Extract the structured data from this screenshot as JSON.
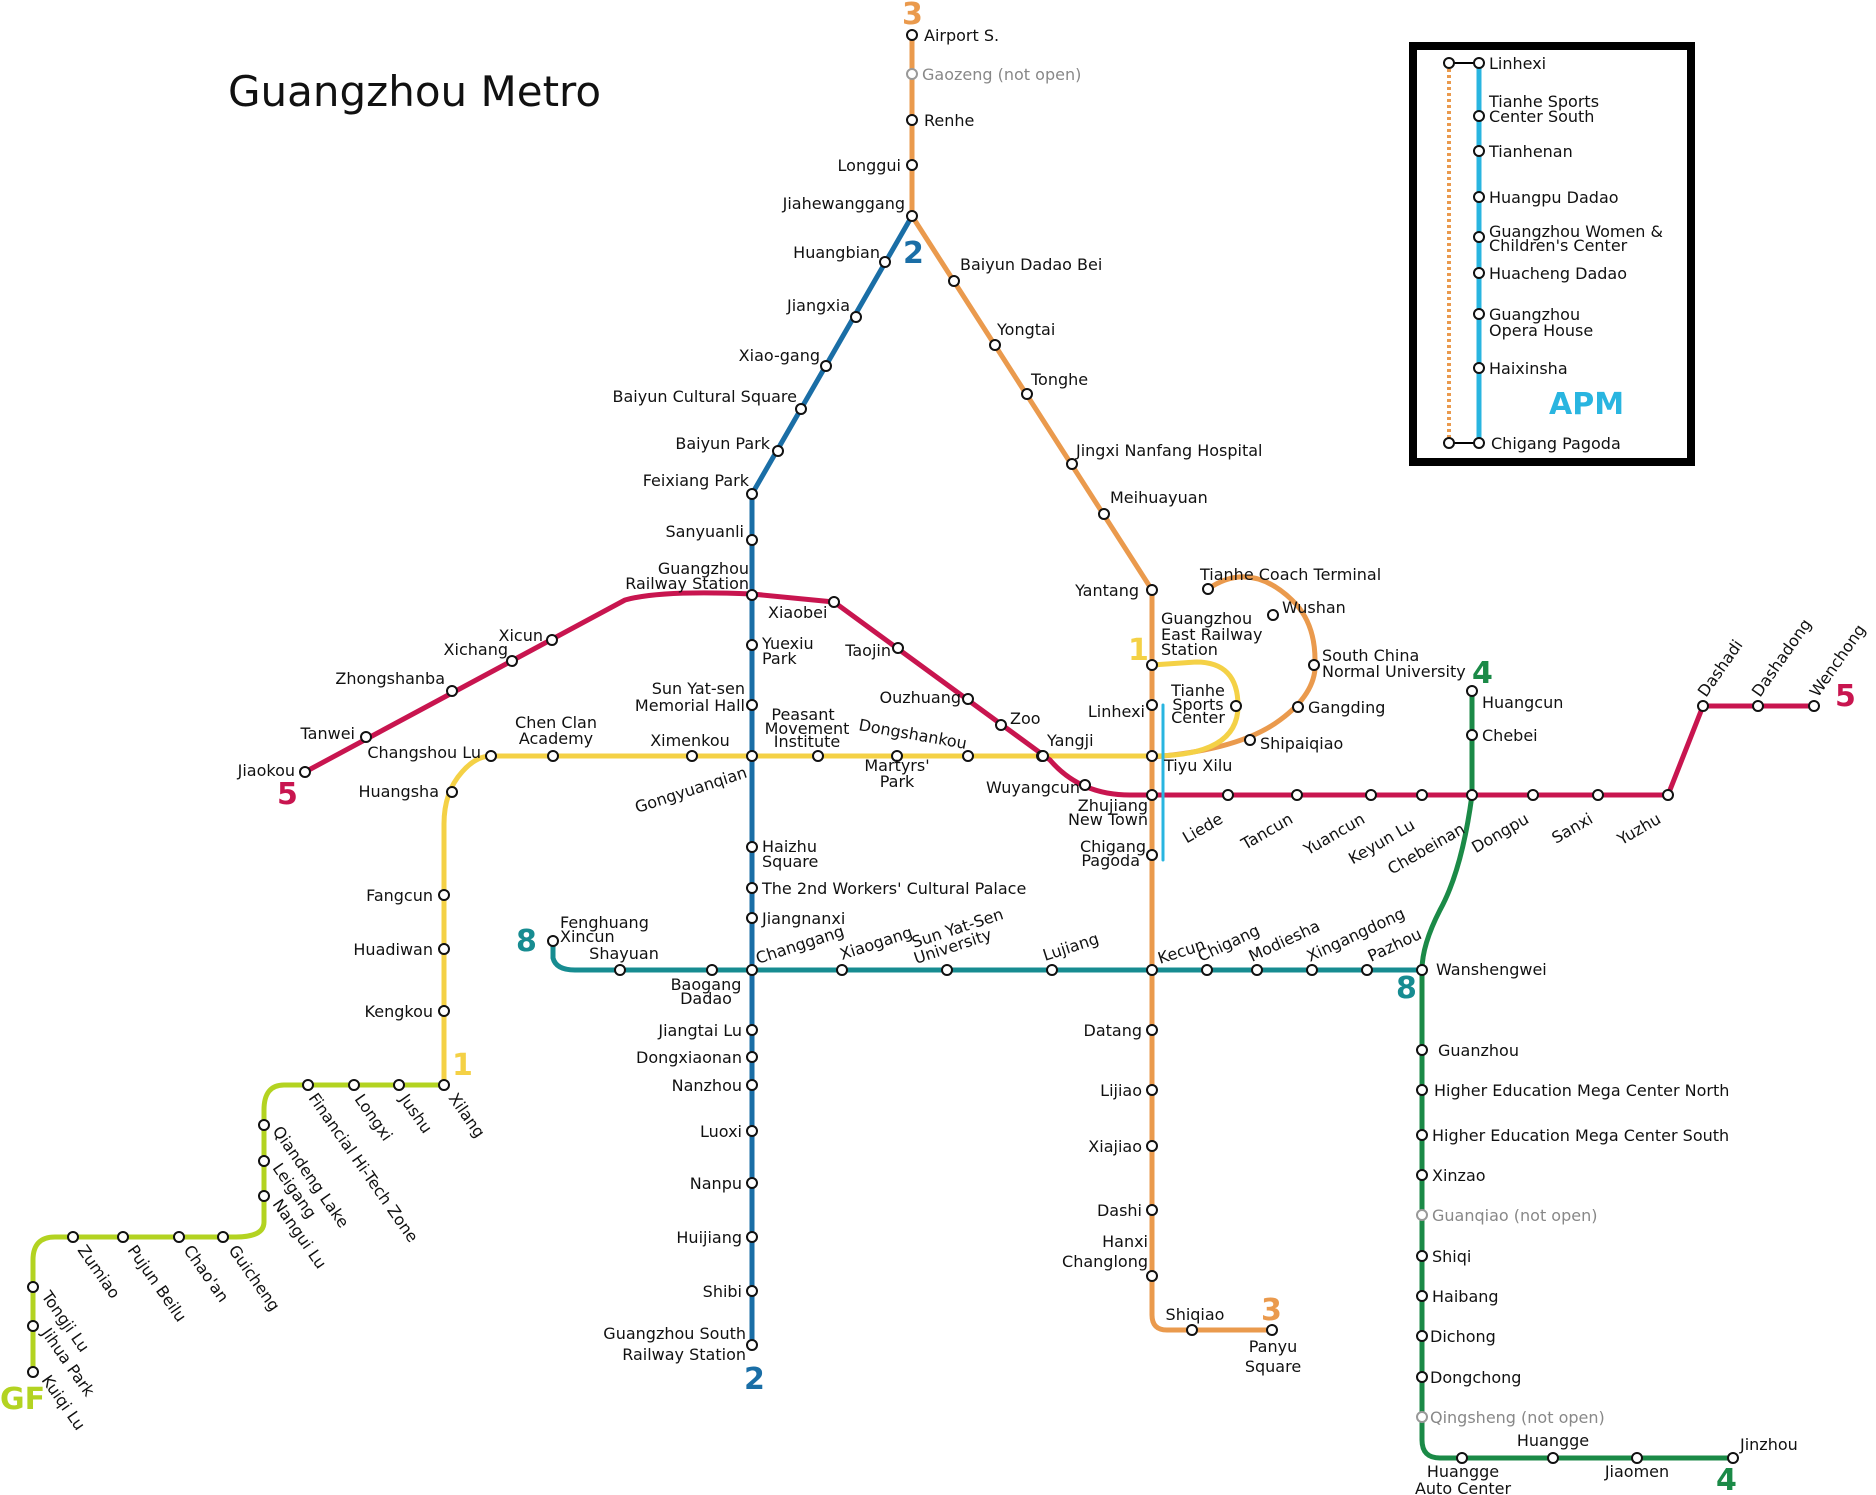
{
  "title": "Guangzhou Metro",
  "colors": {
    "line1": "#f4d146",
    "line2": "#1a6ea6",
    "line3": "#ea9a4d",
    "line4": "#1b8a47",
    "line5": "#c8154f",
    "line8": "#178c91",
    "gf": "#b3d321",
    "apm": "#29b5e0"
  },
  "line_numbers": {
    "l1": "1",
    "l2": "2",
    "l3": "3",
    "l4": "4",
    "l5": "5",
    "l8": "8",
    "gf": "GF"
  },
  "apm": {
    "title": "APM",
    "stations": [
      "Linhexi",
      "Tianhe Sports",
      "Center South",
      "Tianhenan",
      "Huangpu Dadao",
      "Guangzhou Women &",
      "Children's Center",
      "Huacheng Dadao",
      "Guangzhou",
      "Opera House",
      "Haixinsha",
      "Chigang Pagoda"
    ]
  },
  "stations": {
    "airport_s": "Airport S.",
    "gaozeng": "Gaozeng (not open)",
    "renhe": "Renhe",
    "longgui": "Longgui",
    "jiahewanggang": "Jiahewanggang",
    "huangbian": "Huangbian",
    "jiangxia": "Jiangxia",
    "xiaogang2": "Xiao-gang",
    "baiyun_cultural_square": "Baiyun Cultural Square",
    "baiyun_park": "Baiyun Park",
    "feixiang_park": "Feixiang Park",
    "sanyuanli": "Sanyuanli",
    "gz_railway_1": "Guangzhou",
    "gz_railway_2": "Railway Station",
    "yuexiu_1": "Yuexiu",
    "yuexiu_2": "Park",
    "sysmh_1": "Sun Yat-sen",
    "sysmh_2": "Memorial Hall",
    "gongyuanqian": "Gongyuanqian",
    "haizhu_1": "Haizhu",
    "haizhu_2": "Square",
    "workers_palace": "The 2nd Workers' Cultural Palace",
    "jiangnanxi": "Jiangnanxi",
    "changgang": "Changgang",
    "jiangtai_lu": "Jiangtai Lu",
    "dongxiaonan": "Dongxiaonan",
    "nanzhou": "Nanzhou",
    "luoxi": "Luoxi",
    "nanpu": "Nanpu",
    "huijiang": "Huijiang",
    "shibi": "Shibi",
    "gz_south_1": "Guangzhou South",
    "gz_south_2": "Railway Station",
    "baiyun_dadao_bei": "Baiyun Dadao Bei",
    "yongtai": "Yongtai",
    "tonghe": "Tonghe",
    "jingxi": "Jingxi Nanfang Hospital",
    "meihuayuan": "Meihuayuan",
    "yantang": "Yantang",
    "gz_east_1": "Guangzhou",
    "gz_east_2": "East Railway",
    "gz_east_3": "Station",
    "linhexi": "Linhexi",
    "tianhe_sc_1": "Tianhe",
    "tianhe_sc_2": "Sports",
    "tianhe_sc_3": "Center",
    "tiyu_xilu": "Tiyu Xilu",
    "zhujiang_1": "Zhujiang",
    "zhujiang_2": "New Town",
    "chigang_pagoda_1": "Chigang",
    "chigang_pagoda_2": "Pagoda",
    "tianhe_coach": "Tianhe Coach Terminal",
    "wushan": "Wushan",
    "scnu_1": "South China",
    "scnu_2": "Normal University",
    "gangding": "Gangding",
    "shipaiqiao": "Shipaiqiao",
    "kecun": "Kecun",
    "datang": "Datang",
    "lijiao": "Lijiao",
    "xiajiao": "Xiajiao",
    "dashi": "Dashi",
    "hanxi_1": "Hanxi",
    "hanxi_2": "Changlong",
    "shiqiao": "Shiqiao",
    "panyu_1": "Panyu",
    "panyu_2": "Square",
    "jiaokou": "Jiaokou",
    "tanwei": "Tanwei",
    "zhongshanba": "Zhongshanba",
    "xichang": "Xichang",
    "xicun": "Xicun",
    "xiaobei": "Xiaobei",
    "taojin": "Taojin",
    "ouzhuang": "Ouzhuang",
    "zoo": "Zoo",
    "yangji": "Yangji",
    "wuyangcun": "Wuyangcun",
    "liede": "Liede",
    "tancun": "Tancun",
    "yuancun": "Yuancun",
    "keyun_lu": "Keyun Lu",
    "chebeinan": "Chebeinan",
    "dongpu": "Dongpu",
    "sanxi": "Sanxi",
    "yuzhu": "Yuzhu",
    "dashadi": "Dashadi",
    "dashadong": "Dashadong",
    "wenchong": "Wenchong",
    "changshou_lu": "Changshou Lu",
    "chen_clan_1": "Chen Clan",
    "chen_clan_2": "Academy",
    "ximenkou": "Ximenkou",
    "peasant_1": "Peasant",
    "peasant_2": "Movement",
    "peasant_3": "Institute",
    "dongshankou": "Dongshankou",
    "martyrs_1": "Martyrs'",
    "martyrs_2": "Park",
    "huangsha": "Huangsha",
    "fangcun": "Fangcun",
    "huadiwan": "Huadiwan",
    "kengkou": "Kengkou",
    "xilang": "Xilang",
    "huangcun": "Huangcun",
    "chebei": "Chebei",
    "wanshengwei": "Wanshengwei",
    "guanzhou": "Guanzhou",
    "hemc_north": "Higher Education Mega Center North",
    "hemc_south": "Higher Education Mega Center South",
    "xinzao": "Xinzao",
    "guanqiao": "Guanqiao (not open)",
    "shiqi": "Shiqi",
    "haibang": "Haibang",
    "dichong": "Dichong",
    "dongchong": "Dongchong",
    "qingsheng": "Qingsheng (not open)",
    "huangge": "Huangge",
    "huangge_ac_1": "Huangge",
    "huangge_ac_2": "Auto Center",
    "jiaomen": "Jiaomen",
    "jinzhou": "Jinzhou",
    "fenghuang_1": "Fenghuang",
    "fenghuang_2": "Xincun",
    "shayuan": "Shayuan",
    "baogang_1": "Baogang",
    "baogang_2": "Dadao",
    "xiaogang8": "Xiaogang",
    "sysu_1": "Sun Yat-Sen",
    "sysu_2": "University",
    "lujiang": "Lujiang",
    "chigang8": "Chigang",
    "modiesha": "Modiesha",
    "xingangdong": "Xingangdong",
    "pazhou": "Pazhou",
    "jushu": "Jushu",
    "longxi": "Longxi",
    "financial": "Financial Hi-Tech Zone",
    "qiandeng": "Qiandeng Lake",
    "leigang": "Leigang",
    "nangui_lu": "Nangui Lu",
    "guicheng": "Guicheng",
    "chaoan": "Chao'an",
    "pujun_beilu": "Pujun Beilu",
    "zumiao": "Zumiao",
    "tongji_lu": "Tongji Lu",
    "jihua_park": "Jihua Park",
    "kuiqi_lu": "Kuiqi Lu"
  }
}
